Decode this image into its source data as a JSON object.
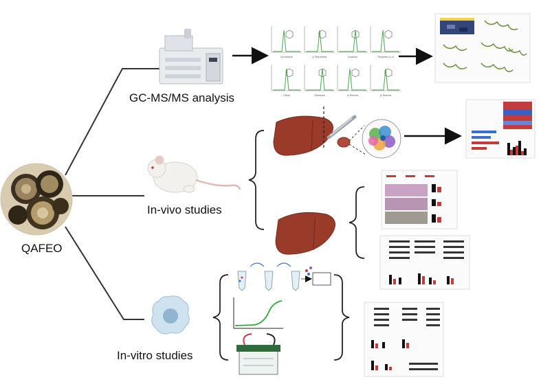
{
  "source": {
    "label": "QAFEO"
  },
  "branches": [
    {
      "id": "gcms",
      "label": "GC-MS/MS analysis"
    },
    {
      "id": "invivo",
      "label": "In-vivo studies"
    },
    {
      "id": "invitro",
      "label": "In-vitro studies"
    }
  ],
  "chromatogram_labels": [
    "Limonene",
    "γ-Terpinene",
    "Linalool",
    "Terpinen-4-ol",
    "Citral",
    "Geranial",
    "α-Pinene",
    "β-Pinene"
  ],
  "colors": {
    "liver": "#9a3b2a",
    "liver_dark": "#7a2a1e",
    "arrow": "#111111",
    "line": "#222222",
    "mouse": "#f3f1ee",
    "cell": "#cfe2ef"
  }
}
